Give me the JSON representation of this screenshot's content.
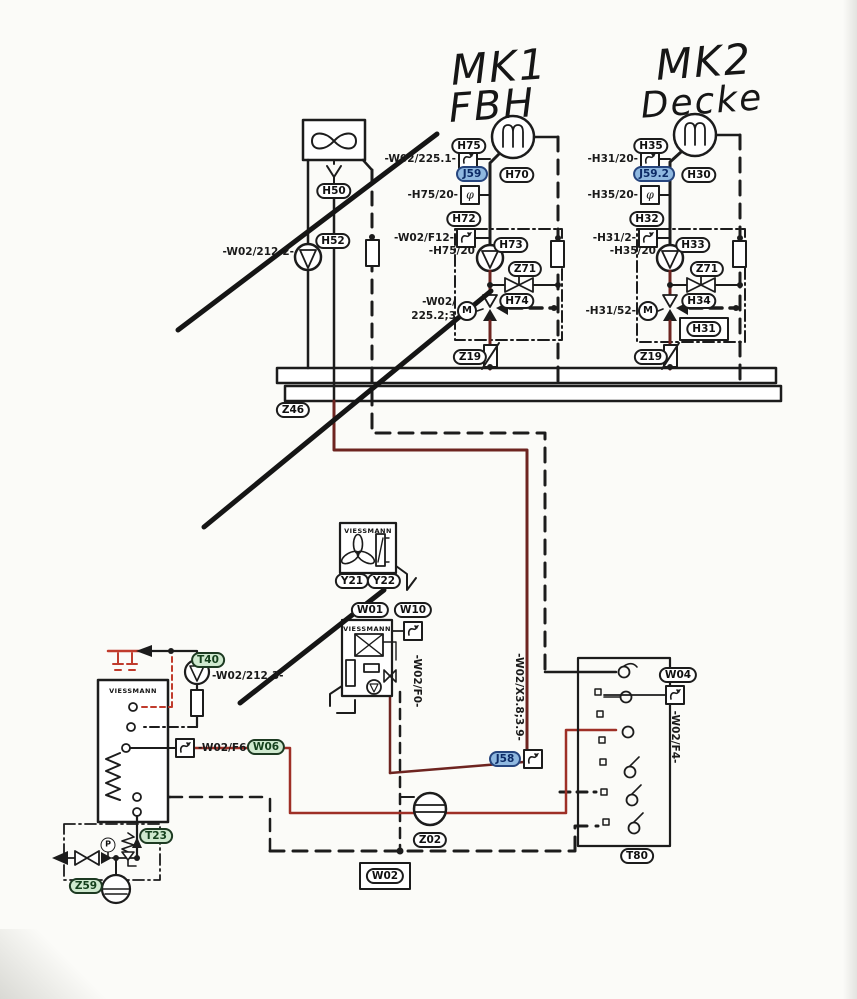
{
  "annotations": {
    "mk1_line1": "MK1",
    "mk1_line2": "FBH",
    "mk2_line1": "MK2",
    "mk2_line2": "Decke"
  },
  "brand": {
    "logo": "VIESSMANN"
  },
  "left_circuit": {
    "h50": "H50",
    "h52": "H52",
    "wire_pump": "-W02/212.2-"
  },
  "bus": {
    "z46": "Z46"
  },
  "mk1": {
    "h75": "H75",
    "wire_sensor": "-W02/225.1-",
    "j59": "J59",
    "h70": "H70",
    "wire_phi": "-H75/20-",
    "phi": "φ",
    "h72": "H72",
    "wire_f12": "-W02/F12-",
    "h73": "H73",
    "wire_pump": "-H75/20",
    "z71": "Z71",
    "h74": "H74",
    "motor": "M",
    "wire_mixer_1": "-W02/",
    "wire_mixer_2": "225.2;3",
    "z19": "Z19"
  },
  "mk2": {
    "h35": "H35",
    "wire_sensor": "-H31/20-",
    "j59_2": "J59.2",
    "h30": "H30",
    "wire_phi": "-H35/20-",
    "phi": "φ",
    "h32": "H32",
    "wire_f12": "-H31/2-",
    "h33": "H33",
    "wire_pump": "-H35/20",
    "z71": "Z71",
    "h34": "H34",
    "motor": "M",
    "wire_mixer": "-H31/52-",
    "h31": "H31",
    "z19": "Z19"
  },
  "mid": {
    "y21": "Y21",
    "y22": "Y22",
    "w01": "W01",
    "w10": "W10",
    "wire_f0": "-W02/F0-"
  },
  "boiler": {
    "t40": "T40",
    "wire_t40": "-W02/212.3-",
    "wire_f6": "-W02/F6-",
    "w06": "W06",
    "t23": "T23"
  },
  "safety": {
    "z59": "Z59",
    "gauge": "P"
  },
  "right_unit": {
    "w04": "W04",
    "wire_f4": "-W02/F4-",
    "j58": "J58",
    "wire_bus": "-W02/X3.8;3.9-",
    "t80": "T80"
  },
  "bottom": {
    "z02": "Z02",
    "w02": "W02"
  },
  "colors": {
    "wire_dark_red": "#6e2420",
    "wire_red": "#a52f26",
    "line_black": "#1c1c1c",
    "label_blue_bg": "#8fb8e0",
    "label_blue_text": "#0d2b66",
    "label_green_bg": "#cfe9cf",
    "label_green_text": "#14401c"
  }
}
